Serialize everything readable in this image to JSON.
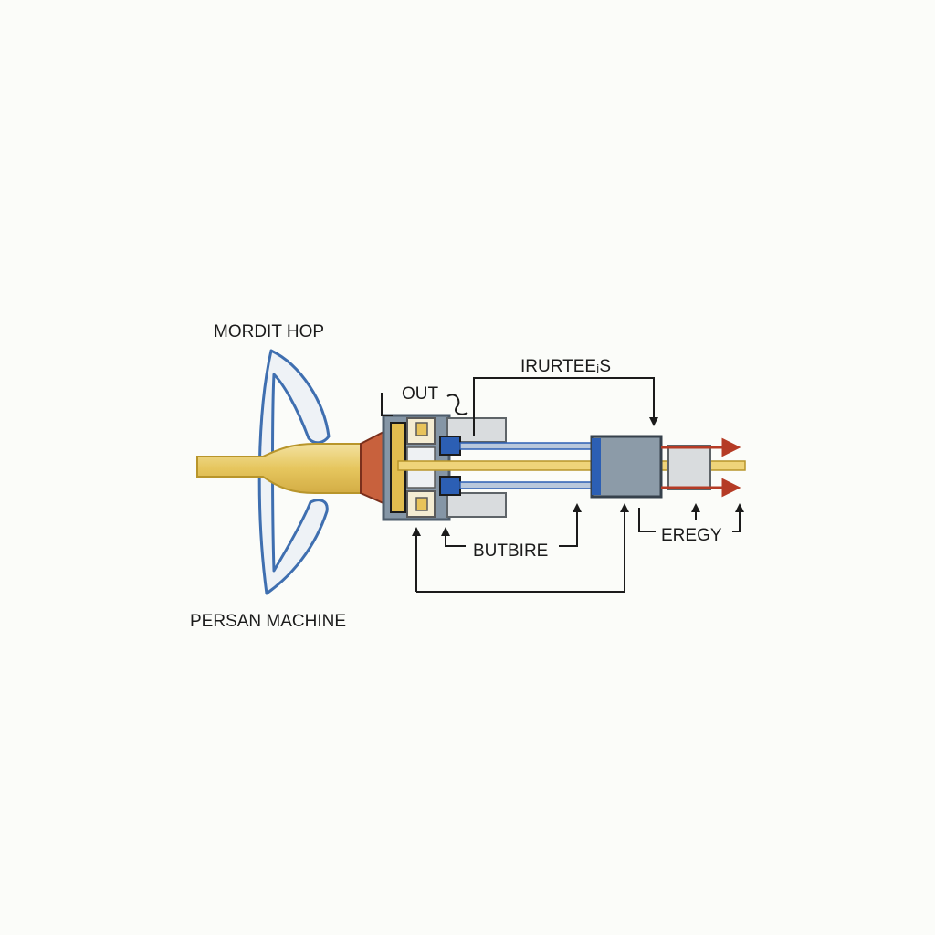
{
  "labels": {
    "top_left": "MORDIT HOP",
    "bottom_left": "PERSAN MACHINE",
    "out": "OUT",
    "top_right": "IRURTEEⱼS",
    "middle_bottom": "BUTBIRE",
    "right_bottom": "EREGY"
  },
  "colors": {
    "background": "#fbfcf9",
    "shaft_gold": "#e8cc6a",
    "gold_outline": "#b8952b",
    "reflector_blue": "#3f6fb0",
    "housing_slate": "#8596a6",
    "block_grey": "#d9dcde",
    "connector_blue": "#2c5fb4",
    "arrow_red": "#b53b25",
    "wire": "#1b1b1b"
  }
}
